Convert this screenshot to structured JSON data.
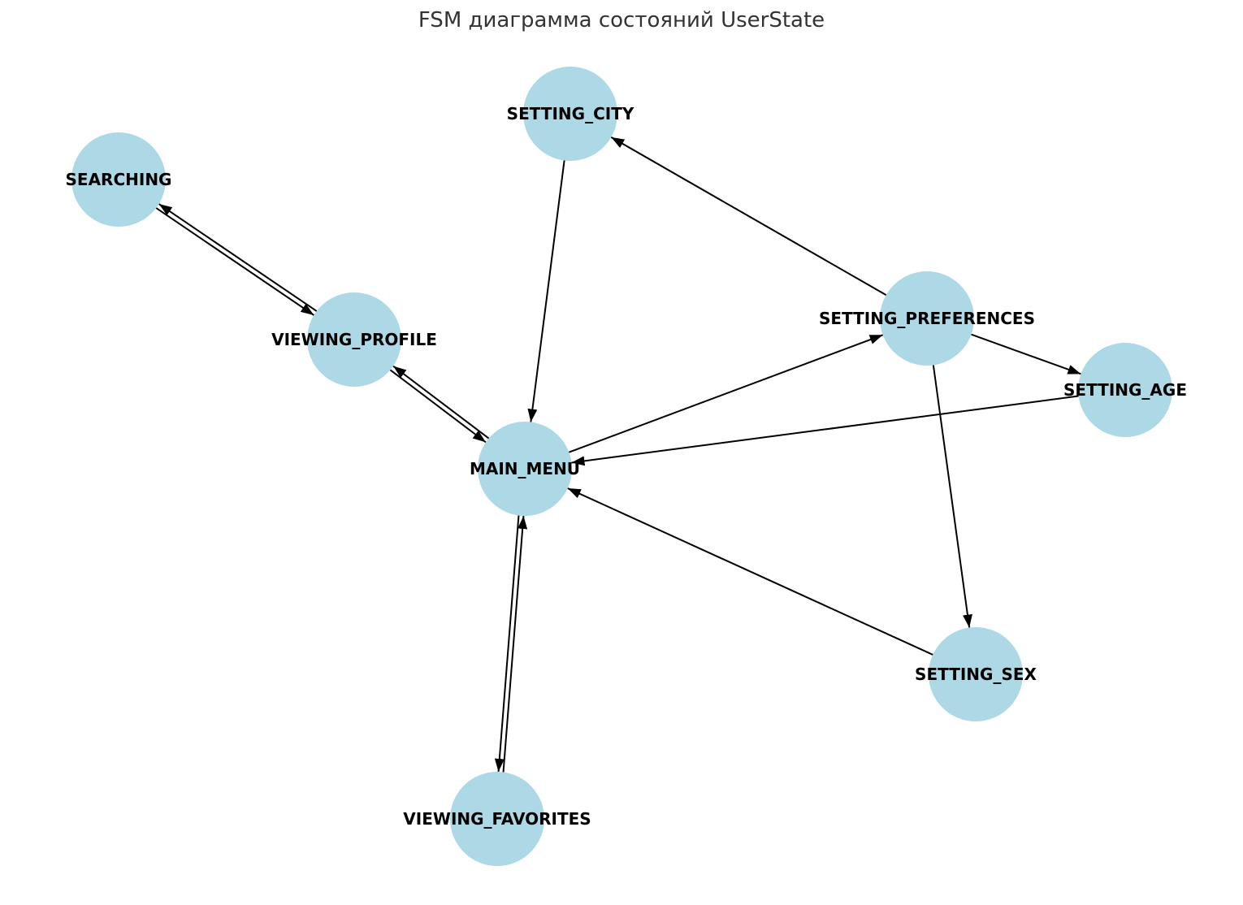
{
  "title": "FSM диаграмма состояний UserState",
  "colors": {
    "node_fill": "#add8e6",
    "edge": "#000000",
    "label": "#000000",
    "title": "#333333"
  },
  "nodes": [
    {
      "id": "searching",
      "label": "SEARCHING"
    },
    {
      "id": "setting_city",
      "label": "SETTING_CITY"
    },
    {
      "id": "viewing_profile",
      "label": "VIEWING_PROFILE"
    },
    {
      "id": "setting_preferences",
      "label": "SETTING_PREFERENCES"
    },
    {
      "id": "setting_age",
      "label": "SETTING_AGE"
    },
    {
      "id": "main_menu",
      "label": "MAIN_MENU"
    },
    {
      "id": "setting_sex",
      "label": "SETTING_SEX"
    },
    {
      "id": "viewing_favorites",
      "label": "VIEWING_FAVORITES"
    }
  ],
  "edges": [
    {
      "from": "searching",
      "to": "viewing_profile"
    },
    {
      "from": "viewing_profile",
      "to": "searching"
    },
    {
      "from": "viewing_profile",
      "to": "main_menu"
    },
    {
      "from": "main_menu",
      "to": "viewing_profile"
    },
    {
      "from": "setting_city",
      "to": "main_menu"
    },
    {
      "from": "setting_preferences",
      "to": "setting_city"
    },
    {
      "from": "main_menu",
      "to": "setting_preferences"
    },
    {
      "from": "setting_preferences",
      "to": "setting_age"
    },
    {
      "from": "setting_preferences",
      "to": "setting_sex"
    },
    {
      "from": "setting_age",
      "to": "main_menu"
    },
    {
      "from": "setting_sex",
      "to": "main_menu"
    },
    {
      "from": "main_menu",
      "to": "viewing_favorites"
    },
    {
      "from": "viewing_favorites",
      "to": "main_menu"
    }
  ]
}
